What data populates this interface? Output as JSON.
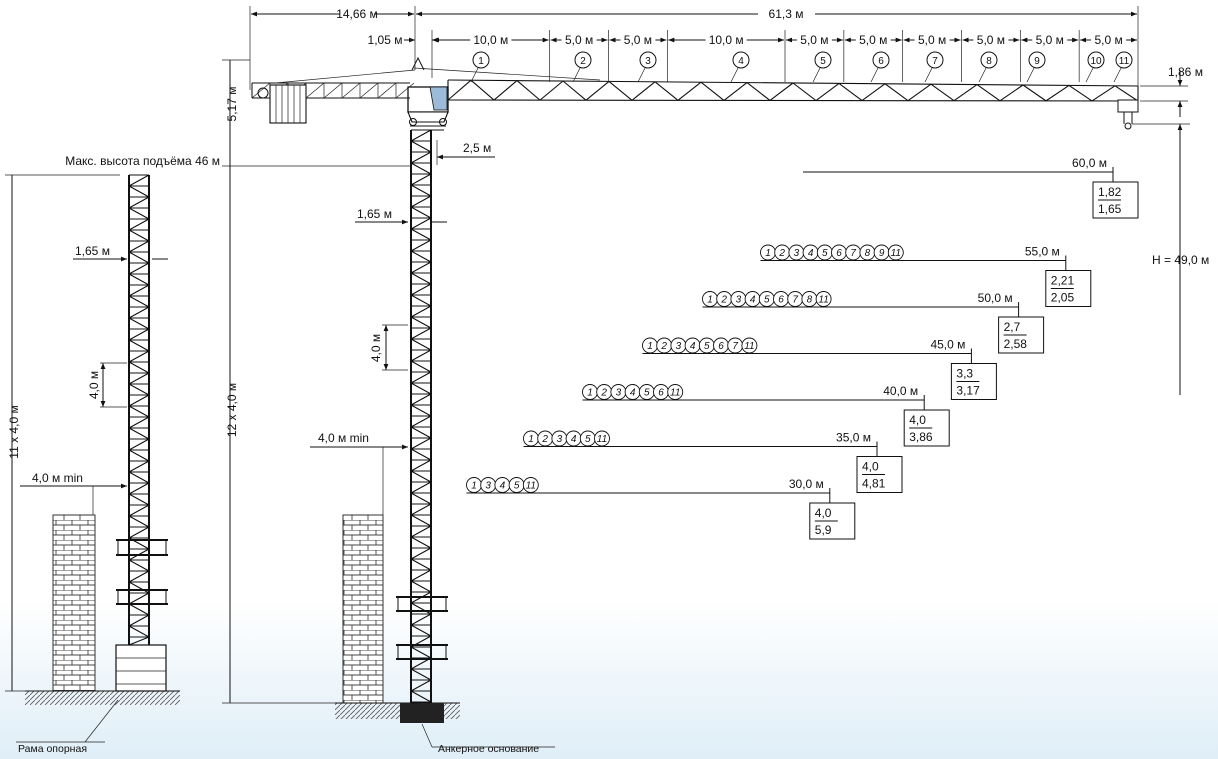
{
  "dimensions": {
    "counter_jib": "14,66 м",
    "jib_total": "61,3 м",
    "c1": "1,05 м",
    "segments": [
      "10,0 м",
      "5,0 м",
      "5,0 м",
      "10,0 м",
      "5,0 м",
      "5,0 м",
      "5,0 м",
      "5,0 м",
      "5,0 м",
      "5,0 м"
    ],
    "jib_height": "1,86 м",
    "head_height": "5,17 м",
    "offset_25": "2,5 м",
    "mast_width_main": "1,65 м",
    "mast_section_main": "4,0 м",
    "mast_count_main": "12 x 4,0 м",
    "wall_min_main": "4,0 м min",
    "hook_height": "H = 49,0 м"
  },
  "jib_sections": [
    "1",
    "2",
    "3",
    "4",
    "5",
    "6",
    "7",
    "8",
    "9",
    "10",
    "11"
  ],
  "left_tower": {
    "max_height": "Макс. высота подъёма 46 м",
    "width": "1,65 м",
    "section": "4,0 м",
    "count": "11 x 4,0 м",
    "wall_min": "4,0 м min",
    "base": "Рама опорная"
  },
  "anchor_base": "Анкерное основание",
  "load_table": [
    {
      "radius": "60,0 м",
      "sections": [],
      "top": "1,82",
      "bottom": "1,65"
    },
    {
      "radius": "55,0 м",
      "sections": [
        "1",
        "2",
        "3",
        "4",
        "5",
        "6",
        "7",
        "8",
        "9",
        "11"
      ],
      "top": "2,21",
      "bottom": "2,05"
    },
    {
      "radius": "50,0 м",
      "sections": [
        "1",
        "2",
        "3",
        "4",
        "5",
        "6",
        "7",
        "8",
        "11"
      ],
      "top": "2,7",
      "bottom": "2,58"
    },
    {
      "radius": "45,0 м",
      "sections": [
        "1",
        "2",
        "3",
        "4",
        "5",
        "6",
        "7",
        "11"
      ],
      "top": "3,3",
      "bottom": "3,17"
    },
    {
      "radius": "40,0 м",
      "sections": [
        "1",
        "2",
        "3",
        "4",
        "5",
        "6",
        "11"
      ],
      "top": "4,0",
      "bottom": "3,86"
    },
    {
      "radius": "35,0 м",
      "sections": [
        "1",
        "2",
        "3",
        "4",
        "5",
        "11"
      ],
      "top": "4,0",
      "bottom": "4,81"
    },
    {
      "radius": "30,0 м",
      "sections": [
        "1",
        "3",
        "4",
        "5",
        "11"
      ],
      "top": "4,0",
      "bottom": "5,9"
    }
  ]
}
